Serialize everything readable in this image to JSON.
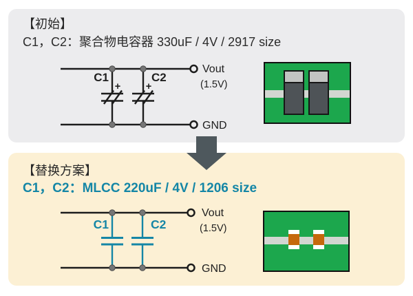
{
  "initial": {
    "heading": "【初始】",
    "subheading": "C1，C2：聚合物电容器  330uF / 4V / 2917 size",
    "circuit": {
      "c1": "C1",
      "c2": "C2",
      "plus": "+",
      "vout": "Vout",
      "vout_sub": "(1.5V)",
      "gnd": "GND"
    }
  },
  "replacement": {
    "heading": "【替换方案】",
    "subheading": "C1，C2：MLCC  220uF / 4V / 1206 size",
    "circuit": {
      "c1": "C1",
      "c2": "C2",
      "vout": "Vout",
      "vout_sub": "(1.5V)",
      "gnd": "GND"
    }
  },
  "colors": {
    "panel_initial_bg": "#ececee",
    "panel_replacement_bg": "#fcf0d4",
    "accent_teal": "#1486a6",
    "arrow_gray": "#4e585d",
    "pcb_green": "#1ca74d",
    "trace_gray": "#d2d6d1",
    "polymer_body": "#4e5357",
    "polymer_terminal": "#c2c4c2",
    "mlcc_orange": "#c5690d",
    "line_black": "#1c1c1c"
  }
}
